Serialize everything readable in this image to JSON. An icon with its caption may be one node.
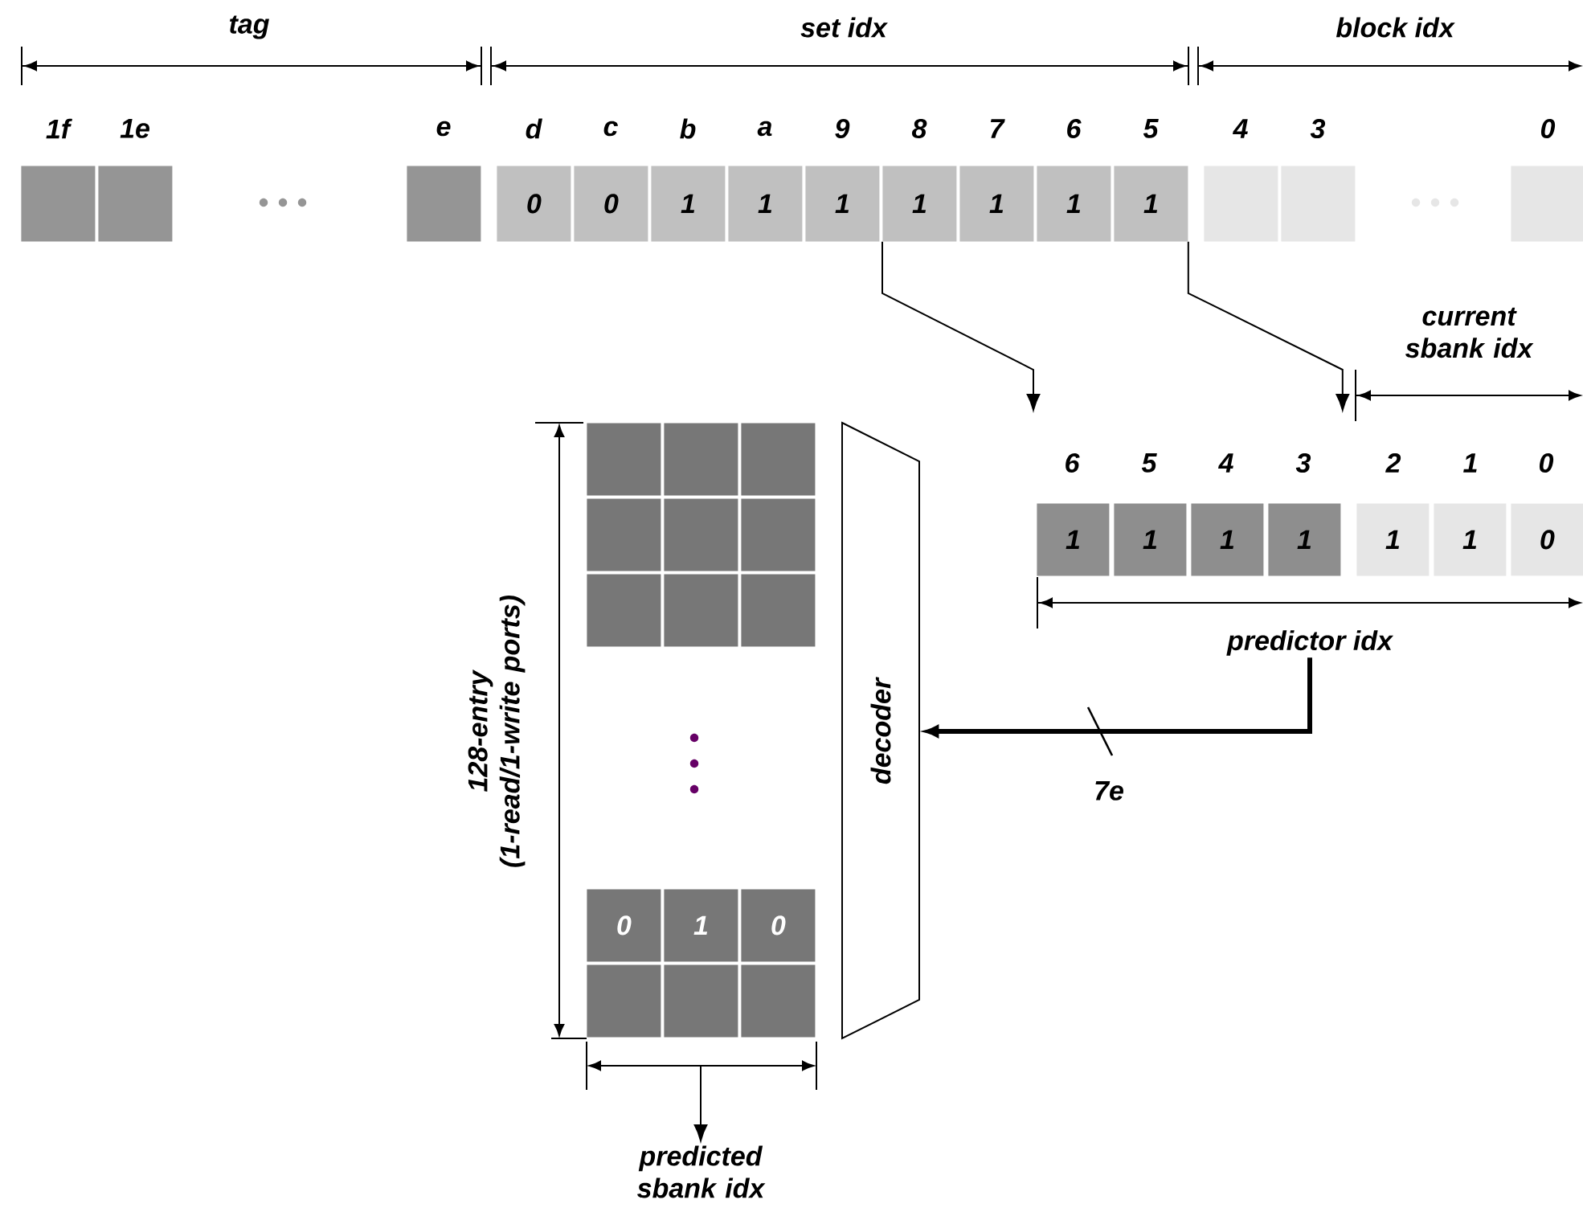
{
  "diagram": {
    "nodes": [
      {
        "text": [],
        "shape": "box"
      },
      {
        "text": [],
        "shape": "box"
      },
      {
        "text": [],
        "shape": "box"
      },
      {
        "text": [
          "0"
        ]
      },
      {
        "text": [
          "0"
        ]
      },
      {
        "text": [
          "1"
        ]
      },
      {
        "text": [
          "1"
        ]
      },
      {
        "text": [
          "1"
        ]
      },
      {
        "text": [
          "1"
        ]
      },
      {
        "text": [
          "1"
        ]
      },
      {
        "text": [
          "1"
        ]
      },
      {
        "text": [
          "1"
        ]
      },
      {
        "text": [],
        "shape": "box"
      },
      {
        "text": [],
        "shape": "box"
      },
      {
        "text": [],
        "shape": "box"
      },
      {
        "text": [
          "1"
        ]
      },
      {
        "text": [
          "1"
        ]
      },
      {
        "text": [
          "1"
        ]
      },
      {
        "text": [
          "1"
        ]
      },
      {
        "text": [
          "1"
        ]
      },
      {
        "text": [
          "1"
        ]
      },
      {
        "text": [
          "0"
        ]
      },
      {
        "text": [
          "predictor idx"
        ]
      },
      {
        "text": [
          "decoder"
        ]
      },
      {
        "text": [],
        "shape": "box"
      },
      {
        "text": [],
        "shape": "box"
      },
      {
        "text": [],
        "shape": "box"
      },
      {
        "text": [],
        "shape": "box"
      },
      {
        "text": [],
        "shape": "box"
      },
      {
        "text": [],
        "shape": "box"
      },
      {
        "text": [],
        "shape": "box"
      },
      {
        "text": [],
        "shape": "box"
      },
      {
        "text": [],
        "shape": "box"
      },
      {
        "text": [
          "0"
        ]
      },
      {
        "text": [
          "1"
        ]
      },
      {
        "text": [
          "0"
        ]
      },
      {
        "text": [],
        "shape": "box"
      },
      {
        "text": [],
        "shape": "box"
      },
      {
        "text": [],
        "shape": "box"
      },
      {
        "text": [
          "predicted sbank idx"
        ]
      }
    ],
    "edges": [
      {
        "from": 8,
        "to": 15,
        "arrow": "to"
      },
      {
        "from": 11,
        "to": 18,
        "arrow": "to"
      },
      {
        "from": 22,
        "to": 23,
        "arrow": "to",
        "label": "7e",
        "style": "thick"
      },
      {
        "from": null,
        "to": 39,
        "arrow": "to"
      }
    ],
    "labels": [
      "tag",
      "set idx",
      "block idx",
      "1f",
      "1e",
      "e",
      "d",
      "c",
      "b",
      "a",
      "9",
      "8",
      "7",
      "6",
      "5",
      "4",
      "3",
      "0",
      "current sbank idx",
      "6",
      "5",
      "4",
      "3",
      "2",
      "1",
      "0",
      "128-entry (1-read/1-write ports)"
    ]
  }
}
